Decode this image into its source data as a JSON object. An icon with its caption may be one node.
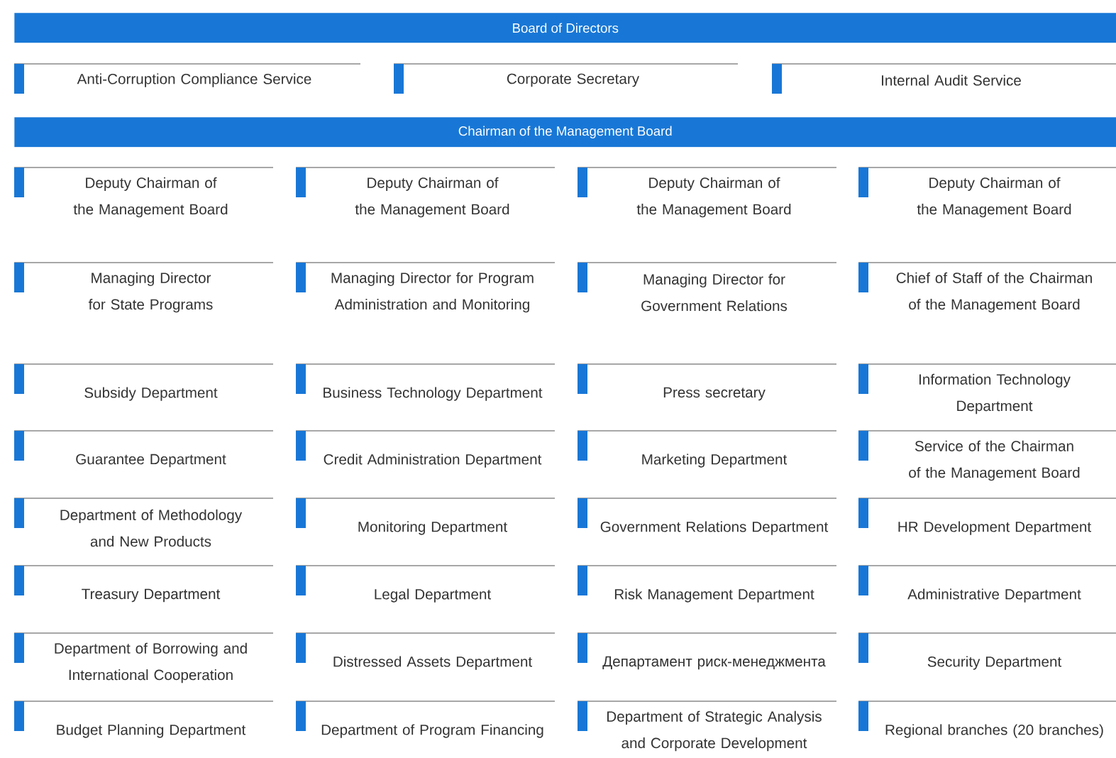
{
  "diagram": {
    "nodes": [
      {
        "text": [
          "Board of Directors"
        ]
      },
      {
        "text": [
          "Anti-Corruption Compliance Service"
        ]
      },
      {
        "text": [
          "Corporate Secretary"
        ]
      },
      {
        "text": [
          "Internal Audit Service"
        ]
      },
      {
        "text": [
          "Chairman of the Management Board"
        ]
      },
      {
        "text": [
          "Deputy Chairman of the Management Board"
        ]
      },
      {
        "text": [
          "Deputy Chairman of the Management Board"
        ]
      },
      {
        "text": [
          "Deputy Chairman of the Management Board"
        ]
      },
      {
        "text": [
          "Deputy Chairman of the Management Board"
        ]
      },
      {
        "text": [
          "Managing Director for State Programs"
        ]
      },
      {
        "text": [
          "Managing Director for Program Administration and Monitoring"
        ]
      },
      {
        "text": [
          "Managing Director for Government Relations"
        ]
      },
      {
        "text": [
          "Chief of Staff of the Chairman of the Management Board"
        ]
      },
      {
        "text": [
          "Subsidy Department"
        ]
      },
      {
        "text": [
          "Business Technology Department"
        ]
      },
      {
        "text": [
          "Press secretary"
        ]
      },
      {
        "text": [
          "Information Technology Department"
        ]
      },
      {
        "text": [
          "Guarantee Department"
        ]
      },
      {
        "text": [
          "Credit Administration Department"
        ]
      },
      {
        "text": [
          "Marketing Department"
        ]
      },
      {
        "text": [
          "Service of the Chairman of the Management Board"
        ]
      },
      {
        "text": [
          "Department of Methodology and New Products"
        ]
      },
      {
        "text": [
          "Monitoring Department"
        ]
      },
      {
        "text": [
          "Government Relations Department"
        ]
      },
      {
        "text": [
          "HR Development Department"
        ]
      },
      {
        "text": [
          "Treasury Department"
        ]
      },
      {
        "text": [
          "Legal Department"
        ]
      },
      {
        "text": [
          "Risk Management Department"
        ]
      },
      {
        "text": [
          "Administrative Department"
        ]
      },
      {
        "text": [
          "Department of Borrowing and International Cooperation"
        ]
      },
      {
        "text": [
          "Distressed Assets Department"
        ]
      },
      {
        "text": [
          "Департамент риск-менеджмента"
        ]
      },
      {
        "text": [
          "Security Department"
        ]
      },
      {
        "text": [
          "Budget Planning Department"
        ]
      },
      {
        "text": [
          "Department of Program Financing"
        ]
      },
      {
        "text": [
          "Department of Strategic Analysis and Corporate Development"
        ]
      },
      {
        "text": [
          "Regional branches (20 branches)"
        ]
      }
    ]
  }
}
